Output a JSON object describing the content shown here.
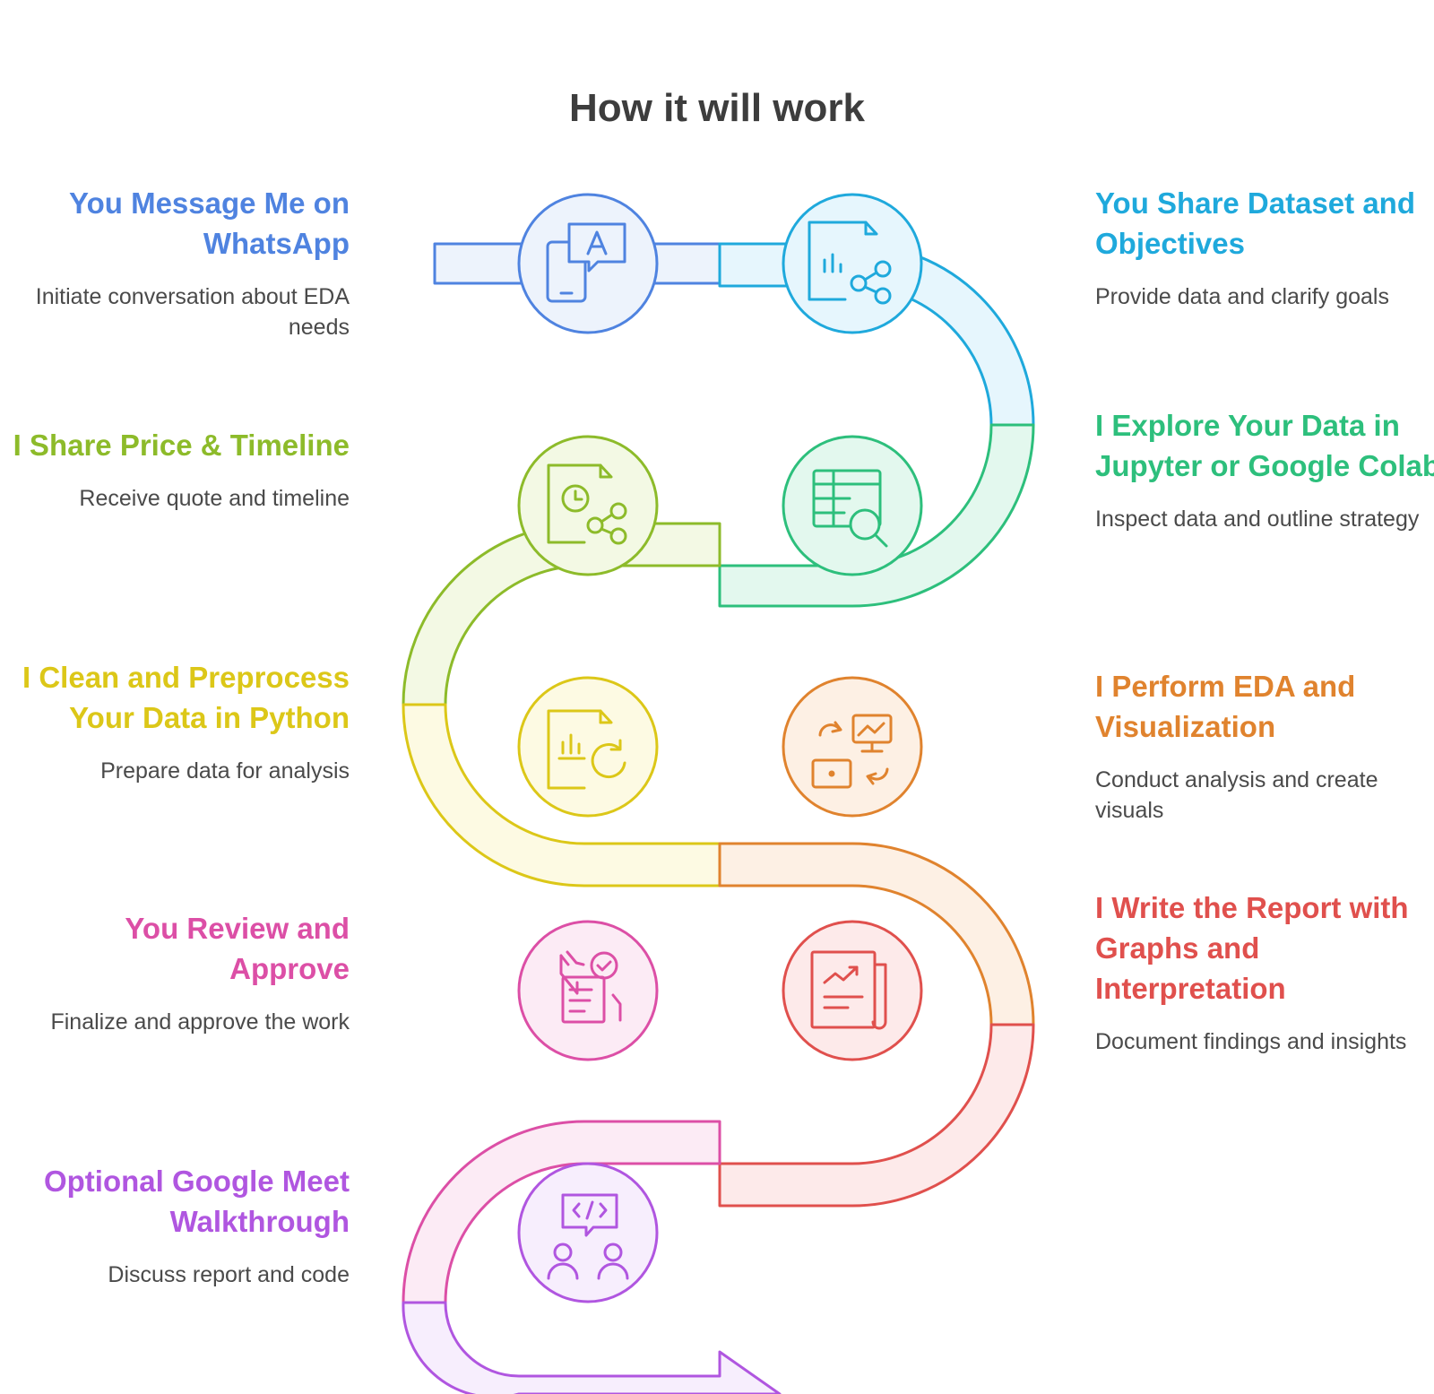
{
  "title": "How it will work",
  "steps": [
    {
      "id": "whatsapp",
      "title": "You Message Me on WhatsApp",
      "desc": "Initiate conversation about EDA needs",
      "color": "#4f83e0",
      "fill": "#edf3fc",
      "icon": "phone-chat-icon"
    },
    {
      "id": "dataset",
      "title": "You Share Dataset and Objectives",
      "desc": "Provide data and clarify goals",
      "color": "#1fa9dc",
      "fill": "#e6f6fd",
      "icon": "document-share-icon"
    },
    {
      "id": "explore",
      "title": "I Explore Your Data in Jupyter or Google Colab",
      "desc": "Inspect data and outline strategy",
      "color": "#2dbf7c",
      "fill": "#e3f8ee",
      "icon": "table-search-icon"
    },
    {
      "id": "price",
      "title": "I Share Price & Timeline",
      "desc": "Receive quote and timeline",
      "color": "#8dbb2a",
      "fill": "#f3f9e4",
      "icon": "clock-document-share-icon"
    },
    {
      "id": "clean",
      "title": "I Clean and Preprocess Your Data in Python",
      "desc": "Prepare data for analysis",
      "color": "#dcc718",
      "fill": "#fdfae3",
      "icon": "document-refresh-icon"
    },
    {
      "id": "eda",
      "title": "I Perform EDA and Visualization",
      "desc": "Conduct analysis and create visuals",
      "color": "#e0832e",
      "fill": "#fdf0e4",
      "icon": "presentation-arrows-icon"
    },
    {
      "id": "report",
      "title": "I Write the Report with Graphs and Interpretation",
      "desc": "Document findings and insights",
      "color": "#e0504d",
      "fill": "#fdeaea",
      "icon": "report-chart-icon"
    },
    {
      "id": "review",
      "title": "You Review and Approve",
      "desc": "Finalize and approve the work",
      "color": "#dc4fa6",
      "fill": "#fcebf5",
      "icon": "review-approve-icon"
    },
    {
      "id": "meet",
      "title": "Optional Google Meet Walkthrough",
      "desc": "Discuss report and code",
      "color": "#b056e0",
      "fill": "#f7eefd",
      "icon": "code-meeting-icon"
    }
  ]
}
